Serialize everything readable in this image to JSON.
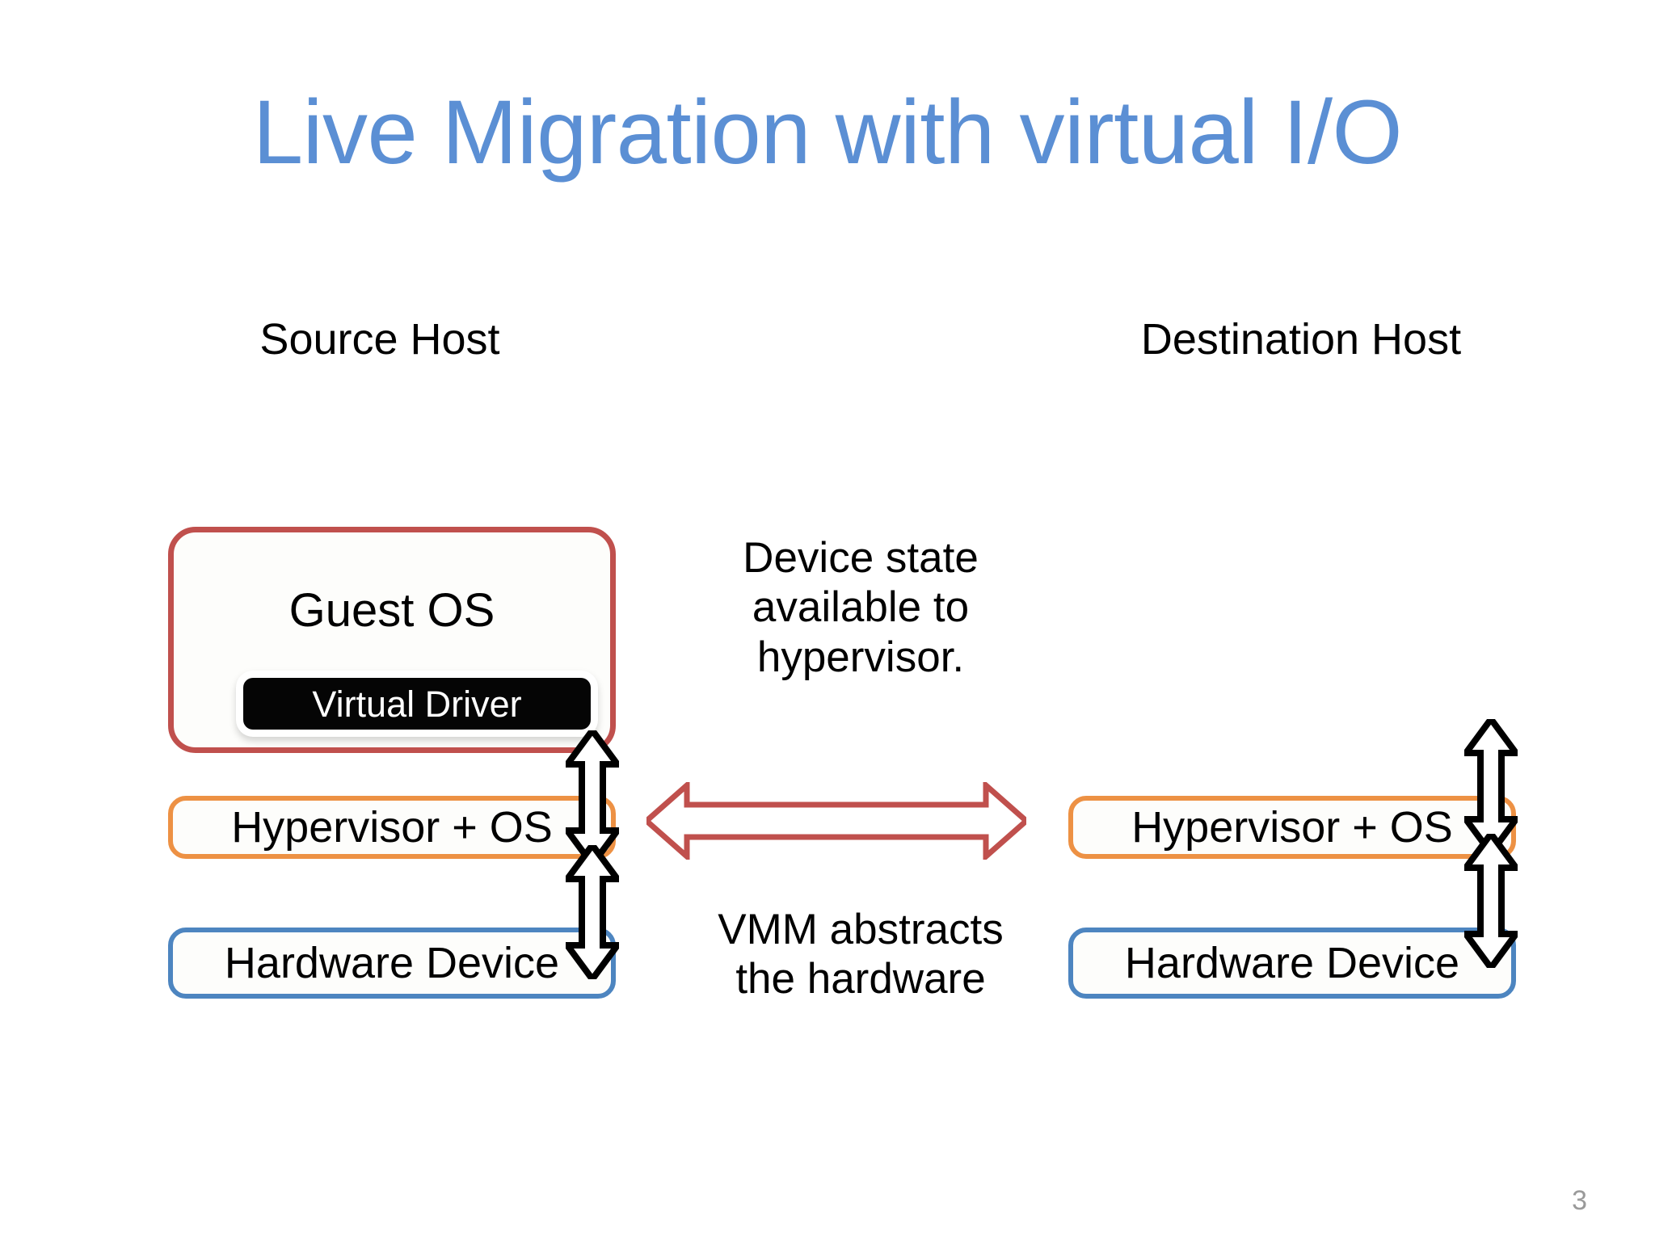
{
  "slide": {
    "title": "Live Migration with virtual I/O",
    "page_number": "3",
    "background_color": "#FFFFFF",
    "title_color": "#5B8FD4"
  },
  "columns": {
    "source": {
      "heading": "Source Host",
      "boxes": {
        "guest_os": {
          "label": "Guest OS",
          "border_color": "#C0504D",
          "inner": {
            "label": "Virtual Driver",
            "fill_color": "#050505",
            "text_color": "#FFFFFF"
          }
        },
        "hypervisor": {
          "label": "Hypervisor + OS",
          "border_color": "#ED9144"
        },
        "hardware": {
          "label": "Hardware Device",
          "border_color": "#4D85C0"
        }
      }
    },
    "destination": {
      "heading": "Destination Host",
      "boxes": {
        "hypervisor": {
          "label": "Hypervisor + OS",
          "border_color": "#ED9144"
        },
        "hardware": {
          "label": "Hardware Device",
          "border_color": "#4D85C0"
        }
      }
    }
  },
  "annotations": {
    "device_state": {
      "lines": [
        "Device state",
        "available to",
        "hypervisor."
      ],
      "text": "Device state available to hypervisor."
    },
    "vmm_abstract": {
      "lines": [
        "VMM abstracts",
        "the hardware"
      ],
      "text": "VMM abstracts the hardware"
    }
  },
  "arrows": {
    "migration": {
      "name": "bidirectional-migration-arrow",
      "direction": "horizontal-double",
      "outline_color": "#C0504D",
      "fill_color": "#FFFFFF"
    },
    "stack_links": {
      "name": "bidirectional-stack-arrow",
      "direction": "vertical-double",
      "outline_color": "#000000",
      "fill_color": "#FFFFFF",
      "count": 4
    }
  }
}
